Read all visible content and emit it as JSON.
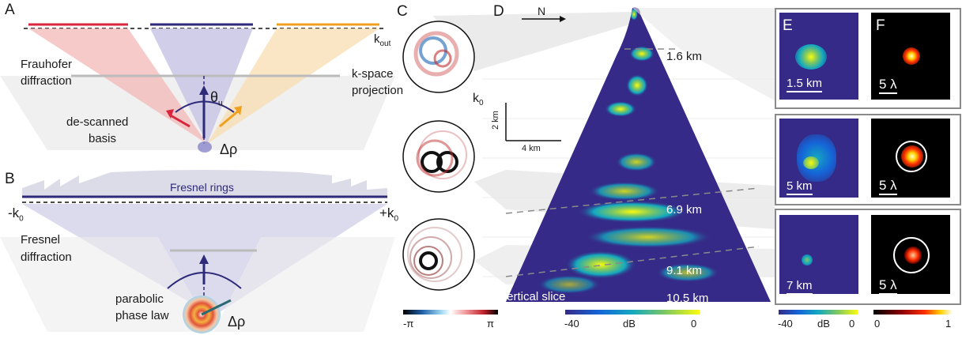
{
  "panels": {
    "a": "A",
    "b": "B",
    "c": "C",
    "d": "D",
    "e": "E",
    "f": "F"
  },
  "panelA": {
    "kout": "k",
    "kout_sub": "out",
    "frauhofer": [
      "Frauhofer",
      "diffraction"
    ],
    "descanned": [
      "de-scanned",
      "basis"
    ],
    "theta": "θ",
    "theta_sub": "u",
    "delta_rho": "Δρ"
  },
  "panelB": {
    "fresnel_rings": "Fresnel rings",
    "minus_k0": "-k",
    "plus_k0": "+k",
    "k_sub": "0",
    "fresnel": [
      "Fresnel",
      "diffraction"
    ],
    "parabolic": [
      "parabolic",
      "phase law"
    ],
    "delta_rho": "Δρ"
  },
  "panelC": {
    "kspace": [
      "k-space",
      "projection"
    ],
    "k0": "k",
    "k0_sub": "0",
    "cbar_min": "-π",
    "cbar_max": "π"
  },
  "panelD": {
    "north": "N",
    "scale_v": "2 km",
    "scale_h": "4 km",
    "depths": [
      "1.6 km",
      "6.9 km",
      "9.1 km",
      "10.5 km"
    ],
    "slice_label": "Vertical slice",
    "cbar_min": "-40",
    "cbar_unit": "dB",
    "cbar_max": "0"
  },
  "panelE": {
    "scales": [
      "1.5 km",
      "5 km",
      "7 km"
    ],
    "cbar_min": "-40",
    "cbar_unit": "dB",
    "cbar_max": "0"
  },
  "panelF": {
    "scales": [
      "5 λ",
      "5 λ",
      "5 λ"
    ],
    "cbar_min": "0",
    "cbar_max": "1"
  },
  "colors": {
    "red": "#d7263d",
    "navy": "#2e2a7a",
    "orange": "#f0a020",
    "field_blue": "#3a3ea0",
    "lavender": "#c9c6e6"
  }
}
